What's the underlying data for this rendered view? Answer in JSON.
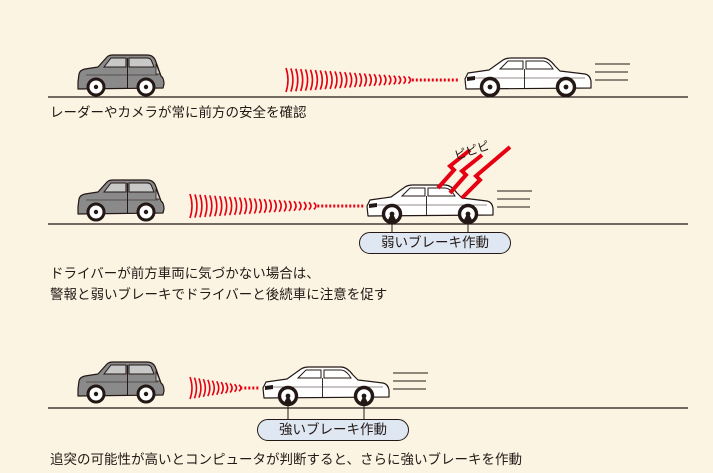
{
  "panels": [
    {
      "caption_lines": [
        "レーダーやカメラが常に前方の安全を確認"
      ]
    },
    {
      "warning_text": "ピピピ",
      "brake_label": "弱いブレーキ作動",
      "caption_lines": [
        "ドライバーが前方車両に気づかない場合は、",
        "警報と弱いブレーキでドライバーと後続車に注意を促す"
      ]
    },
    {
      "brake_label": "強いブレーキ作動",
      "caption_lines": [
        "追突の可能性が高いとコンピュータが判断すると、さらに強いブレーキを作動"
      ]
    }
  ],
  "colors": {
    "background": "#fbf4e2",
    "radar": "#e60012",
    "badge_fill": "#dfe7f3",
    "hatchback_body": "#8a8a8a",
    "sedan_body": "#ffffff"
  },
  "icons": {
    "follower_car": "hatchback-car-icon",
    "lead_car": "sedan-car-icon",
    "radar": "radar-wave-icon",
    "alert": "warning-lightning-icon"
  }
}
